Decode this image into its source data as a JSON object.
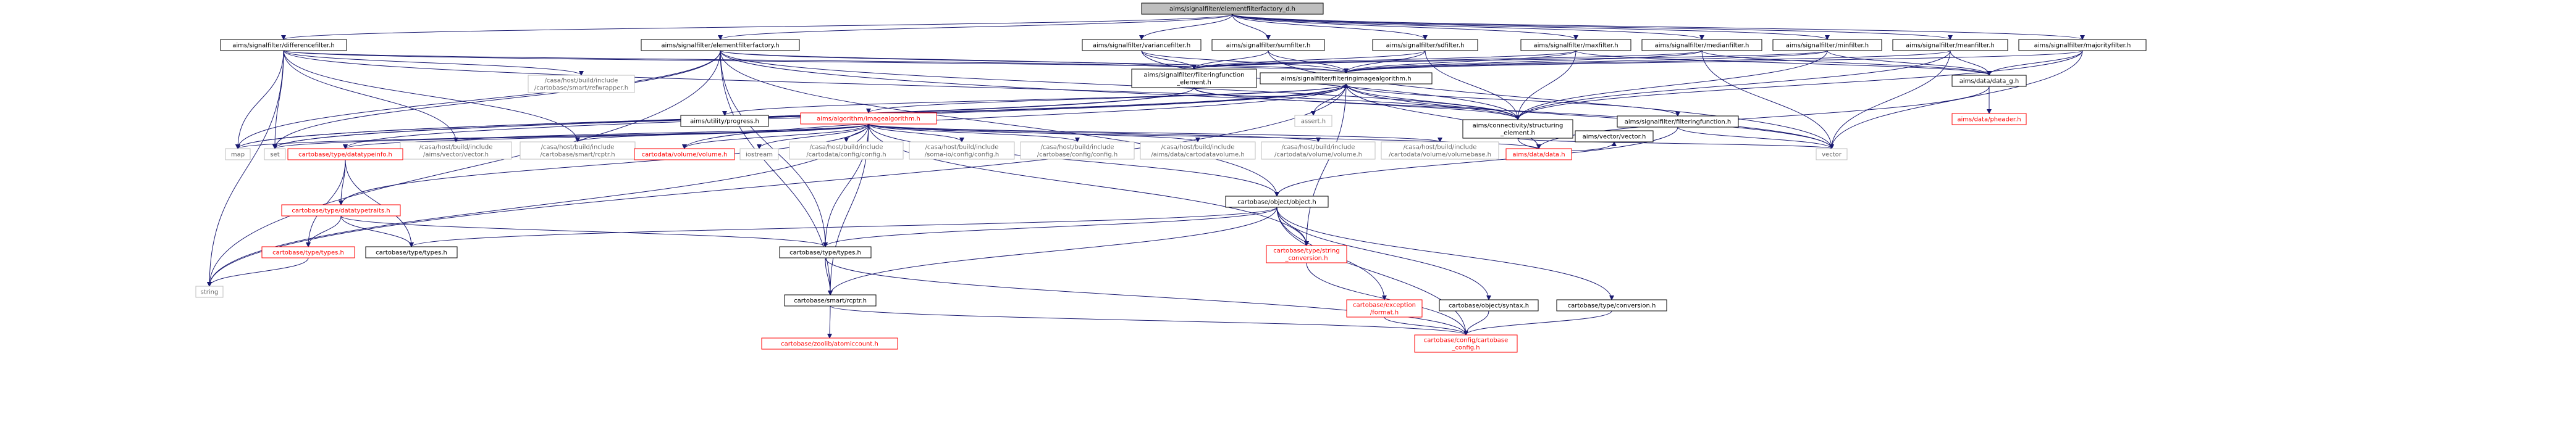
{
  "colors": {
    "node_fill": "#ffffff",
    "node_stroke_local": "#000000",
    "node_stroke_external": "#bfbfbf",
    "root_fill": "#bfbfbf",
    "text_local": "#000000",
    "text_red": "#ff0000",
    "text_gray": "#666666",
    "edge": "#191970"
  },
  "nodes": [
    {
      "id": "root",
      "lines": [
        "aims/signalfilter/elementfilterfactory_d.h"
      ],
      "kind": "root"
    },
    {
      "id": "difffilter",
      "lines": [
        "aims/signalfilter/differencefilter.h"
      ],
      "kind": "local"
    },
    {
      "id": "eff",
      "lines": [
        "aims/signalfilter/elementfilterfactory.h"
      ],
      "kind": "local"
    },
    {
      "id": "varfilter",
      "lines": [
        "aims/signalfilter/variancefilter.h"
      ],
      "kind": "local"
    },
    {
      "id": "sumfilter",
      "lines": [
        "aims/signalfilter/sumfilter.h"
      ],
      "kind": "local"
    },
    {
      "id": "sdfilter",
      "lines": [
        "aims/signalfilter/sdfilter.h"
      ],
      "kind": "local"
    },
    {
      "id": "maxfilter",
      "lines": [
        "aims/signalfilter/maxfilter.h"
      ],
      "kind": "local"
    },
    {
      "id": "medfilter",
      "lines": [
        "aims/signalfilter/medianfilter.h"
      ],
      "kind": "local"
    },
    {
      "id": "minfilter",
      "lines": [
        "aims/signalfilter/minfilter.h"
      ],
      "kind": "local"
    },
    {
      "id": "meanfilter",
      "lines": [
        "aims/signalfilter/meanfilter.h"
      ],
      "kind": "local"
    },
    {
      "id": "majfilter",
      "lines": [
        "aims/signalfilter/majorityfilter.h"
      ],
      "kind": "local"
    },
    {
      "id": "refwrapper",
      "lines": [
        "/casa/host/build/include",
        "/cartobase/smart/refwrapper.h"
      ],
      "kind": "external"
    },
    {
      "id": "ffelement",
      "lines": [
        "aims/signalfilter/filteringfunction",
        "_element.h"
      ],
      "kind": "local"
    },
    {
      "id": "fialgo",
      "lines": [
        "aims/signalfilter/filteringimagealgorithm.h"
      ],
      "kind": "local"
    },
    {
      "id": "datag",
      "lines": [
        "aims/data/data_g.h"
      ],
      "kind": "local"
    },
    {
      "id": "pheader",
      "lines": [
        "aims/data/pheader.h"
      ],
      "kind": "red"
    },
    {
      "id": "progress",
      "lines": [
        "aims/utility/progress.h"
      ],
      "kind": "local"
    },
    {
      "id": "assert",
      "lines": [
        "assert.h"
      ],
      "kind": "gray"
    },
    {
      "id": "connstruct",
      "lines": [
        "aims/connectivity/structuring",
        "_element.h"
      ],
      "kind": "local"
    },
    {
      "id": "ffunction",
      "lines": [
        "aims/signalfilter/filteringfunction.h"
      ],
      "kind": "local"
    },
    {
      "id": "imagealgo",
      "lines": [
        "aims/algorithm/imagealgorithm.h"
      ],
      "kind": "red"
    },
    {
      "id": "vecvector",
      "lines": [
        "/casa/host/build/include",
        "/aims/vector/vector.h"
      ],
      "kind": "external"
    },
    {
      "id": "rcptrext",
      "lines": [
        "/casa/host/build/include",
        "/cartobase/smart/rcptr.h"
      ],
      "kind": "external"
    },
    {
      "id": "map",
      "lines": [
        "map"
      ],
      "kind": "gray"
    },
    {
      "id": "set",
      "lines": [
        "set"
      ],
      "kind": "gray"
    },
    {
      "id": "dtinfo",
      "lines": [
        "cartobase/type/datatypeinfo.h"
      ],
      "kind": "red"
    },
    {
      "id": "volume",
      "lines": [
        "cartodata/volume/volume.h"
      ],
      "kind": "red"
    },
    {
      "id": "iostream",
      "lines": [
        "iostream"
      ],
      "kind": "gray"
    },
    {
      "id": "cfgcartodata",
      "lines": [
        "/casa/host/build/include",
        "/cartodata/config/config.h"
      ],
      "kind": "external"
    },
    {
      "id": "cfgsoma",
      "lines": [
        "/casa/host/build/include",
        "/soma-io/config/config.h"
      ],
      "kind": "external"
    },
    {
      "id": "cfgcartobase",
      "lines": [
        "/casa/host/build/include",
        "/cartobase/config/config.h"
      ],
      "kind": "external"
    },
    {
      "id": "cartovol",
      "lines": [
        "/casa/host/build/include",
        "/aims/data/cartodatavolume.h"
      ],
      "kind": "external"
    },
    {
      "id": "volh",
      "lines": [
        "/casa/host/build/include",
        "/cartodata/volume/volume.h"
      ],
      "kind": "external"
    },
    {
      "id": "volbase",
      "lines": [
        "/casa/host/build/include",
        "/cartodata/volume/volumebase.h"
      ],
      "kind": "external"
    },
    {
      "id": "vector",
      "lines": [
        "vector"
      ],
      "kind": "gray"
    },
    {
      "id": "aimsvector",
      "lines": [
        "aims/vector/vector.h"
      ],
      "kind": "local"
    },
    {
      "id": "aimsdata",
      "lines": [
        "aims/data/data.h"
      ],
      "kind": "red"
    },
    {
      "id": "object",
      "lines": [
        "cartobase/object/object.h"
      ],
      "kind": "local"
    },
    {
      "id": "dttraits",
      "lines": [
        "cartobase/type/datatypetraits.h"
      ],
      "kind": "red"
    },
    {
      "id": "typesred",
      "lines": [
        "cartobase/type/types.h"
      ],
      "kind": "red"
    },
    {
      "id": "typesplain",
      "lines": [
        "cartobase/type/types.h"
      ],
      "kind": "local"
    },
    {
      "id": "typesmid",
      "lines": [
        "cartobase/type/types.h"
      ],
      "kind": "local"
    },
    {
      "id": "strconv",
      "lines": [
        "cartobase/type/string",
        "_conversion.h"
      ],
      "kind": "red"
    },
    {
      "id": "string",
      "lines": [
        "string"
      ],
      "kind": "gray"
    },
    {
      "id": "rcptr",
      "lines": [
        "cartobase/smart/rcptr.h"
      ],
      "kind": "local"
    },
    {
      "id": "excfmt",
      "lines": [
        "cartobase/exception",
        "/format.h"
      ],
      "kind": "red"
    },
    {
      "id": "syntax",
      "lines": [
        "cartobase/object/syntax.h"
      ],
      "kind": "local"
    },
    {
      "id": "conversion",
      "lines": [
        "cartobase/type/conversion.h"
      ],
      "kind": "local"
    },
    {
      "id": "atomic",
      "lines": [
        "cartobase/zoolib/atomiccount.h"
      ],
      "kind": "red"
    },
    {
      "id": "cartocfg",
      "lines": [
        "cartobase/config/cartobase",
        "_config.h"
      ],
      "kind": "red"
    }
  ],
  "edges": [
    [
      "root",
      "difffilter"
    ],
    [
      "root",
      "eff"
    ],
    [
      "root",
      "varfilter"
    ],
    [
      "root",
      "sumfilter"
    ],
    [
      "root",
      "sdfilter"
    ],
    [
      "root",
      "maxfilter"
    ],
    [
      "root",
      "medfilter"
    ],
    [
      "root",
      "minfilter"
    ],
    [
      "root",
      "meanfilter"
    ],
    [
      "root",
      "majfilter"
    ],
    [
      "difffilter",
      "refwrapper"
    ],
    [
      "difffilter",
      "ffelement"
    ],
    [
      "difffilter",
      "fialgo"
    ],
    [
      "difffilter",
      "connstruct"
    ],
    [
      "difffilter",
      "map"
    ],
    [
      "difffilter",
      "set"
    ],
    [
      "difffilter",
      "string"
    ],
    [
      "difffilter",
      "vecvector"
    ],
    [
      "difffilter",
      "rcptrext"
    ],
    [
      "eff",
      "ffelement"
    ],
    [
      "eff",
      "fialgo"
    ],
    [
      "eff",
      "connstruct"
    ],
    [
      "eff",
      "map"
    ],
    [
      "eff",
      "set"
    ],
    [
      "eff",
      "string"
    ],
    [
      "eff",
      "rcptr"
    ],
    [
      "eff",
      "typesmid"
    ],
    [
      "eff",
      "object"
    ],
    [
      "eff",
      "vector"
    ],
    [
      "varfilter",
      "ffelement"
    ],
    [
      "varfilter",
      "fialgo"
    ],
    [
      "varfilter",
      "connstruct"
    ],
    [
      "sumfilter",
      "ffelement"
    ],
    [
      "sumfilter",
      "fialgo"
    ],
    [
      "sumfilter",
      "vector"
    ],
    [
      "sdfilter",
      "ffelement"
    ],
    [
      "sdfilter",
      "fialgo"
    ],
    [
      "sdfilter",
      "connstruct"
    ],
    [
      "maxfilter",
      "ffelement"
    ],
    [
      "maxfilter",
      "fialgo"
    ],
    [
      "maxfilter",
      "datag"
    ],
    [
      "maxfilter",
      "connstruct"
    ],
    [
      "medfilter",
      "ffelement"
    ],
    [
      "medfilter",
      "fialgo"
    ],
    [
      "medfilter",
      "datag"
    ],
    [
      "medfilter",
      "vector"
    ],
    [
      "minfilter",
      "ffelement"
    ],
    [
      "minfilter",
      "fialgo"
    ],
    [
      "minfilter",
      "datag"
    ],
    [
      "minfilter",
      "connstruct"
    ],
    [
      "meanfilter",
      "fialgo"
    ],
    [
      "meanfilter",
      "datag"
    ],
    [
      "meanfilter",
      "connstruct"
    ],
    [
      "meanfilter",
      "vector"
    ],
    [
      "majfilter",
      "fialgo"
    ],
    [
      "majfilter",
      "datag"
    ],
    [
      "majfilter",
      "connstruct"
    ],
    [
      "majfilter",
      "vector"
    ],
    [
      "ffelement",
      "fialgo"
    ],
    [
      "ffelement",
      "connstruct"
    ],
    [
      "ffelement",
      "map"
    ],
    [
      "ffelement",
      "set"
    ],
    [
      "fialgo",
      "imagealgo"
    ],
    [
      "fialgo",
      "progress"
    ],
    [
      "fialgo",
      "assert"
    ],
    [
      "fialgo",
      "connstruct"
    ],
    [
      "fialgo",
      "ffunction"
    ],
    [
      "fialgo",
      "aimsdata"
    ],
    [
      "fialgo",
      "dtinfo"
    ],
    [
      "fialgo",
      "volume"
    ],
    [
      "fialgo",
      "string"
    ],
    [
      "fialgo",
      "strconv"
    ],
    [
      "fialgo",
      "set"
    ],
    [
      "fialgo",
      "map"
    ],
    [
      "fialgo",
      "vector"
    ],
    [
      "datag",
      "pheader"
    ],
    [
      "datag",
      "aimsdata"
    ],
    [
      "connstruct",
      "aimsvector"
    ],
    [
      "connstruct",
      "vector"
    ],
    [
      "ffunction",
      "object"
    ],
    [
      "ffunction",
      "vector"
    ],
    [
      "imagealgo",
      "vecvector"
    ],
    [
      "imagealgo",
      "rcptrext"
    ],
    [
      "imagealgo",
      "map"
    ],
    [
      "imagealgo",
      "set"
    ],
    [
      "imagealgo",
      "dtinfo"
    ],
    [
      "imagealgo",
      "volume"
    ],
    [
      "imagealgo",
      "iostream"
    ],
    [
      "imagealgo",
      "cfgcartodata"
    ],
    [
      "imagealgo",
      "cfgsoma"
    ],
    [
      "imagealgo",
      "cfgcartobase"
    ],
    [
      "imagealgo",
      "cartovol"
    ],
    [
      "imagealgo",
      "volh"
    ],
    [
      "imagealgo",
      "volbase"
    ],
    [
      "imagealgo",
      "aimsdata"
    ],
    [
      "imagealgo",
      "dttraits"
    ],
    [
      "imagealgo",
      "typesmid"
    ],
    [
      "imagealgo",
      "string"
    ],
    [
      "imagealgo",
      "rcptr"
    ],
    [
      "imagealgo",
      "strconv"
    ],
    [
      "imagealgo",
      "object"
    ],
    [
      "dtinfo",
      "dttraits"
    ],
    [
      "dtinfo",
      "typesred"
    ],
    [
      "dtinfo",
      "typesplain"
    ],
    [
      "dttraits",
      "typesred"
    ],
    [
      "dttraits",
      "typesplain"
    ],
    [
      "dttraits",
      "typesmid"
    ],
    [
      "typesred",
      "string"
    ],
    [
      "object",
      "typesplain"
    ],
    [
      "object",
      "typesmid"
    ],
    [
      "object",
      "strconv"
    ],
    [
      "object",
      "rcptr"
    ],
    [
      "object",
      "excfmt"
    ],
    [
      "object",
      "syntax"
    ],
    [
      "object",
      "conversion"
    ],
    [
      "object",
      "cartocfg"
    ],
    [
      "typesmid",
      "rcptr"
    ],
    [
      "typesmid",
      "cartocfg"
    ],
    [
      "strconv",
      "cartocfg"
    ],
    [
      "rcptr",
      "atomic"
    ],
    [
      "rcptr",
      "cartocfg"
    ],
    [
      "syntax",
      "cartocfg"
    ],
    [
      "conversion",
      "cartocfg"
    ],
    [
      "excfmt",
      "cartocfg"
    ]
  ]
}
